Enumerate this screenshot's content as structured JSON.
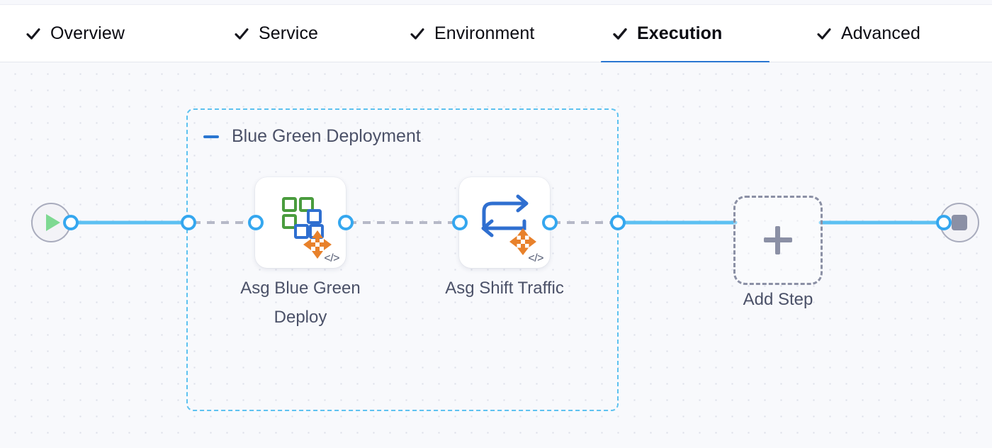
{
  "tabs": [
    {
      "label": "Overview",
      "icon": "check-icon",
      "active": false,
      "complete": true
    },
    {
      "label": "Service",
      "icon": "check-icon",
      "active": false,
      "complete": true
    },
    {
      "label": "Environment",
      "icon": "check-icon",
      "active": false,
      "complete": true
    },
    {
      "label": "Execution",
      "icon": "check-icon",
      "active": true,
      "complete": true
    },
    {
      "label": "Advanced",
      "icon": "check-icon",
      "active": false,
      "complete": true
    }
  ],
  "canvas": {
    "start_node": {
      "name": "pipeline-start",
      "icon": "play-icon"
    },
    "end_node": {
      "name": "pipeline-end",
      "icon": "stop-icon"
    },
    "group": {
      "title": "Blue Green Deployment",
      "collapse_icon": "minus-icon",
      "steps": [
        {
          "label": "Asg Blue Green Deploy",
          "icon": "asg-blue-green-deploy-icon",
          "badge": "</>"
        },
        {
          "label": "Asg Shift Traffic",
          "icon": "asg-shift-traffic-icon",
          "badge": "</>"
        }
      ]
    },
    "add_step": {
      "label": "Add Step",
      "icon": "plus-icon"
    }
  },
  "colors": {
    "accent_blue": "#2a76d1",
    "wire_blue": "#5cc0f2",
    "ring_blue": "#35a7ef",
    "group_border": "#5ec2f0",
    "text_muted": "#4b5168",
    "canvas_bg": "#f8f9fc",
    "icon_green": "#4a9c3e",
    "icon_blue": "#2f6fd0",
    "icon_orange": "#e8812b"
  }
}
